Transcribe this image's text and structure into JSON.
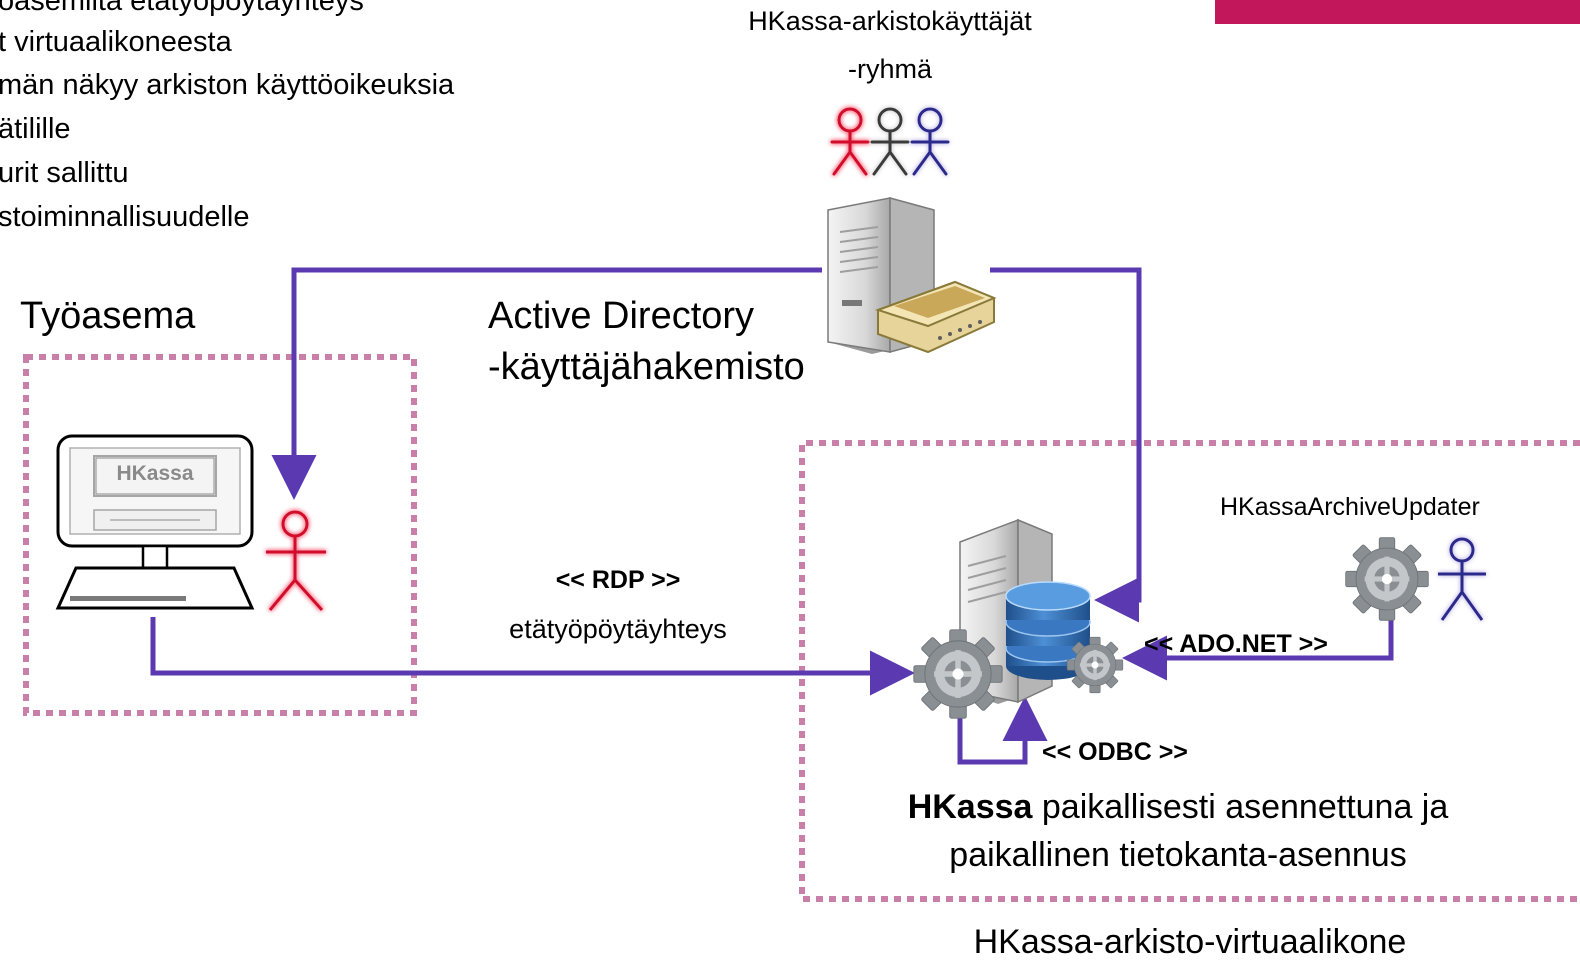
{
  "header": {
    "accent_color": "#c2185b"
  },
  "colors": {
    "connector": "#5b3ab1",
    "boundary": "#c980a8",
    "actor_red": "#d0102c",
    "actor_purple": "#2b2b8c"
  },
  "bullets": [
    "oasemilta etätyöpöytäyhteys",
    "t virtuaalikoneesta",
    "män näkyy arkiston käyttöoikeuksia",
    "ätilille",
    "urit sallittu",
    "stoiminnallisuudelle"
  ],
  "group": {
    "line1": "HKassa-arkistokäyttäjät",
    "line2": "-ryhmä"
  },
  "workstation": {
    "title": "Työasema",
    "screen_label": "HKassa"
  },
  "active_directory": {
    "line1": "Active Directory",
    "line2": "-käyttäjähakemisto"
  },
  "rdp": {
    "protocol": "<< RDP >>",
    "description": "etätyöpöytäyhteys"
  },
  "archive_updater": {
    "label": "HKassaArchiveUpdater"
  },
  "adonet": {
    "protocol": "<< ADO.NET >>"
  },
  "odbc": {
    "protocol": "<< ODBC >>"
  },
  "vm": {
    "desc_bold": "HKassa",
    "desc_rest": " paikallisesti asennettuna ja",
    "desc_line2": "paikallinen tietokanta-asennus",
    "name": "HKassa-arkisto-virtuaalikone"
  },
  "icons": [
    "person-icon",
    "server-icon",
    "database-icon",
    "gear-icon",
    "computer-monitor-icon"
  ]
}
